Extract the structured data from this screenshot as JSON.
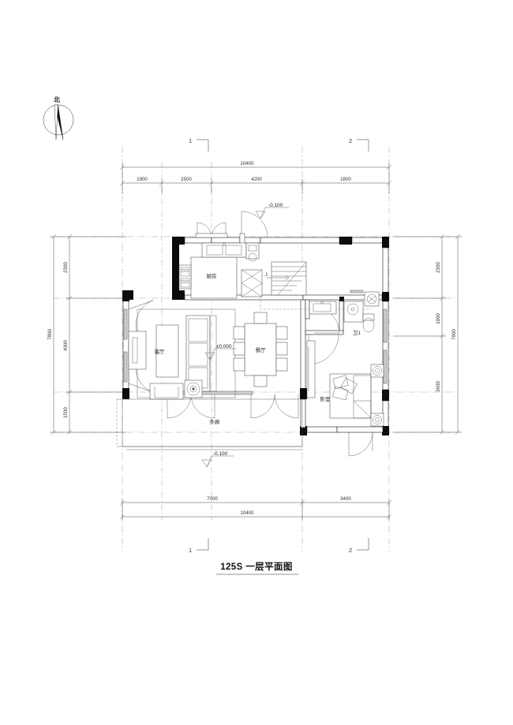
{
  "drawing": {
    "title": "125S  一层平面图",
    "north_label": "北",
    "scale_note": ""
  },
  "section_markers": {
    "top": [
      {
        "label": "1"
      },
      {
        "label": "2"
      }
    ],
    "bottom": [
      {
        "label": "1"
      },
      {
        "label": "2"
      }
    ]
  },
  "dimensions": {
    "top_overall": "10400",
    "top_segments": [
      "1900",
      "2500",
      "4200",
      "1800"
    ],
    "bottom_overall": "10400",
    "bottom_segments": [
      "7000",
      "3400"
    ],
    "left_overall": "7800",
    "left_segments": [
      "2300",
      "4000",
      "1500"
    ],
    "right_overall": "7800",
    "right_segments": [
      "2300",
      "1900",
      "3600"
    ]
  },
  "rooms": [
    {
      "id": "kitchen",
      "label": "厨房"
    },
    {
      "id": "living",
      "label": "客厅"
    },
    {
      "id": "dining",
      "label": "餐厅"
    },
    {
      "id": "veranda",
      "label": "外廊"
    },
    {
      "id": "bedroom",
      "label": "卧室"
    },
    {
      "id": "bathroom",
      "label": "卫1"
    }
  ],
  "elevations": [
    {
      "id": "entry-porch",
      "value": "-0.100"
    },
    {
      "id": "interior-floor",
      "value": "±0.000"
    },
    {
      "id": "veranda-level",
      "value": "-0.100"
    }
  ],
  "stair": {
    "direction_label": "上"
  },
  "colors": {
    "wall_fill": "#0c0c0c",
    "line": "#2b2b2b",
    "axis": "#9a9a9a",
    "dimension": "#3a3a3a",
    "paper": "#ffffff"
  }
}
